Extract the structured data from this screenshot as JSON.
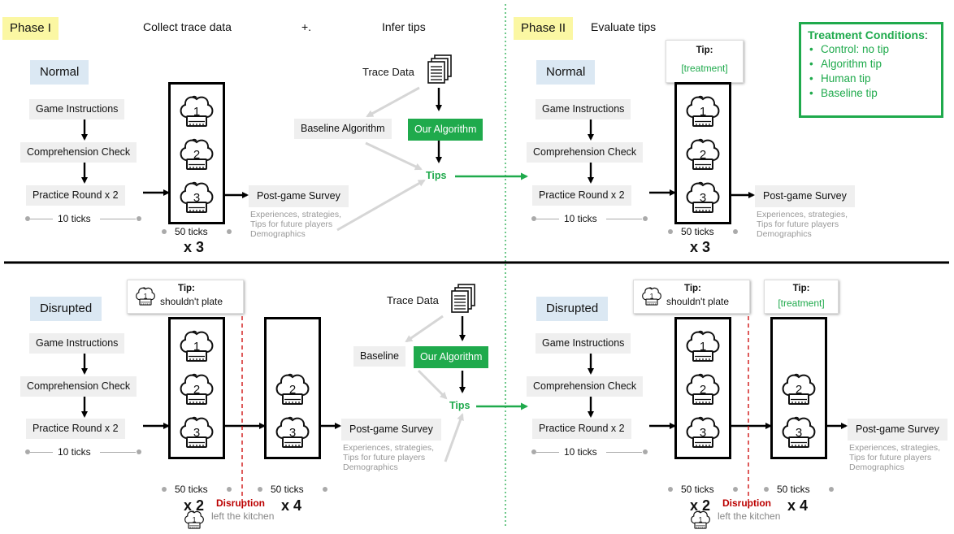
{
  "phase1": {
    "label": "Phase I",
    "collect": "Collect trace data",
    "plus": "+.",
    "infer": "Infer tips"
  },
  "phase2": {
    "label": "Phase II",
    "evaluate": "Evaluate tips"
  },
  "legend": {
    "title": "Treatment Conditions",
    "colon": ":",
    "items": [
      "Control: no tip",
      "Algorithm tip",
      "Human tip",
      "Baseline tip"
    ]
  },
  "flow": {
    "normal": "Normal",
    "disrupted": "Disrupted",
    "game_instructions": "Game Instructions",
    "comprehension_check": "Comprehension Check",
    "practice_round": "Practice Round x 2",
    "ten_ticks": "10 ticks",
    "fifty_ticks": "50 ticks",
    "x3": "x 3",
    "x2": "x 2",
    "x4": "x 4",
    "post_game_survey": "Post-game Survey",
    "survey_details": "Experiences, strategies,\nTips for future players\nDemographics",
    "tip_label": "Tip:",
    "tip_treatment": "[treatment]",
    "tip_shouldnt_plate": "shouldn't plate",
    "disruption": "Disruption",
    "left_kitchen": "left the kitchen",
    "chef_numbers": [
      "1",
      "2",
      "3"
    ]
  },
  "inference": {
    "trace_data": "Trace Data",
    "baseline_algorithm": "Baseline Algorithm",
    "baseline": "Baseline",
    "our_algorithm": "Our Algorithm",
    "tips": "Tips"
  },
  "colors": {
    "green": "#1faa4c",
    "phase_bg": "#fbf7a3",
    "condition_bg": "#dbe8f3",
    "step_bg": "#efefef",
    "disruption_red": "#b00000"
  },
  "icons": [
    "chef-hat-icon",
    "documents-icon"
  ]
}
